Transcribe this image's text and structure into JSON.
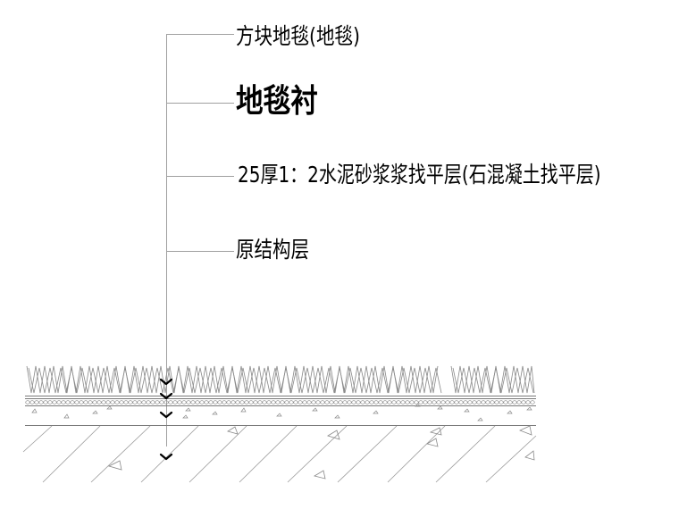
{
  "diagram": {
    "type": "floor-construction-section",
    "labels": [
      {
        "id": "layer-1",
        "text": "方块地毯(地毯)"
      },
      {
        "id": "layer-2",
        "text": "地毯衬"
      },
      {
        "id": "layer-3",
        "text": "25厚1：2水泥砂浆浆找平层(石混凝土找平层)"
      },
      {
        "id": "layer-4",
        "text": "原结构层"
      }
    ],
    "layers": [
      {
        "name": "carpet-tile",
        "hatch": "zigzag-pile"
      },
      {
        "name": "carpet-underlay",
        "hatch": "circles"
      },
      {
        "name": "cement-mortar-screed",
        "hatch": "aggregate-triangles"
      },
      {
        "name": "original-structure",
        "hatch": "diagonal-lines-with-triangles"
      }
    ],
    "colors": {
      "text": "#000000",
      "leader": "#9a9a9a",
      "hatch": "#8a8a8a",
      "marker": "#000000"
    }
  }
}
